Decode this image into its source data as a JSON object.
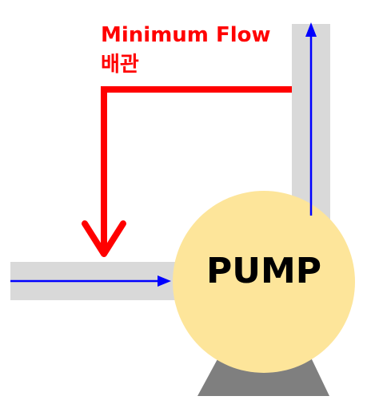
{
  "colors": {
    "pipe": "#d9d9d9",
    "flow_arrow": "#0000ff",
    "min_flow_line": "#ff0000",
    "pump_body": "#fde59a",
    "pump_base": "#7f7f7f",
    "label_red": "#ff0000",
    "label_black": "#000000"
  },
  "labels": {
    "min_flow_line1": "Minimum Flow",
    "min_flow_line2": "배관",
    "pump": "PUMP"
  }
}
